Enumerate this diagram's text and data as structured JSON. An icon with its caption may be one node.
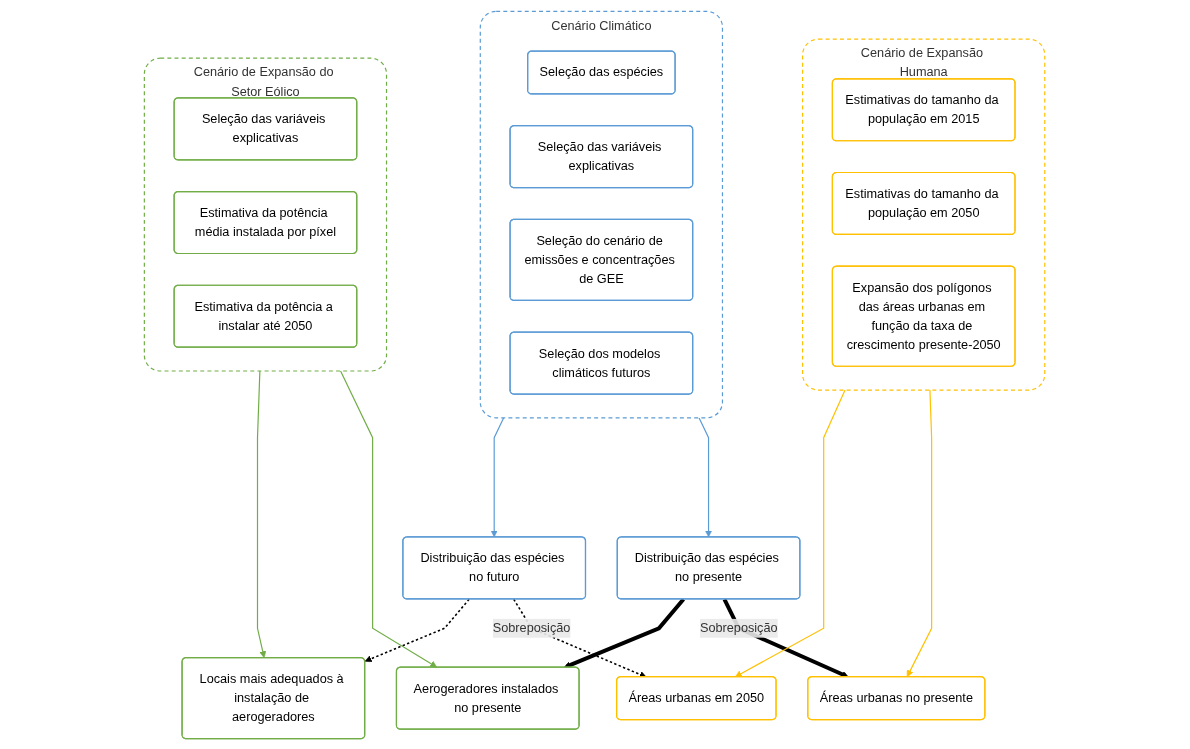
{
  "diagram": {
    "nodes": [
      {
        "text": [
          "Cenário Climático"
        ]
      },
      {
        "text": [
          "Seleção das espécies"
        ],
        "in": 0
      },
      {
        "text": [
          "Seleção das variáveis explicativas"
        ],
        "in": 0
      },
      {
        "text": [
          "Seleção do cenário de emissões e concentrações de GEE"
        ],
        "in": 0
      },
      {
        "text": [
          "Seleção dos modelos climáticos futuros"
        ],
        "in": 0
      },
      {
        "text": [
          "Cenário de Expansão Humana"
        ]
      },
      {
        "text": [
          "Estimativas do tamanho da população em 2015"
        ],
        "in": 5
      },
      {
        "text": [
          "Estimativas do tamanho da população em 2050"
        ],
        "in": 5
      },
      {
        "text": [
          "Expansão dos polígonos das áreas urbanas em função da taxa de crescimento presente-2050"
        ],
        "in": 5
      },
      {
        "text": [
          "Cenário de Expansão do Setor Eólico"
        ]
      },
      {
        "text": [
          "Seleção das variáveis explicativas"
        ],
        "in": 9
      },
      {
        "text": [
          "Estimativa da potência média instalada por píxel"
        ],
        "in": 9
      },
      {
        "text": [
          "Estimativa da potência a instalar até 2050"
        ],
        "in": 9
      },
      {
        "text": [
          "Áreas urbanas no presente"
        ]
      },
      {
        "text": [
          "Áreas urbanas em 2050"
        ]
      },
      {
        "text": [
          "Aerogeradores instalados no presente"
        ]
      },
      {
        "text": [
          "Locais mais adequados à instalação de aerogeradores"
        ]
      },
      {
        "text": [
          "Distribuição das espécies no presente"
        ]
      },
      {
        "text": [
          "Distribuição das espécies no futuro"
        ]
      }
    ],
    "edges": [
      {
        "from": 5,
        "to": 13,
        "arrow": "to",
        "color": "#ffc000"
      },
      {
        "from": 5,
        "to": 14,
        "arrow": "to",
        "color": "#ffc000"
      },
      {
        "from": 9,
        "to": 15,
        "arrow": "to",
        "color": "#70ad47"
      },
      {
        "from": 9,
        "to": 16,
        "arrow": "to",
        "color": "#70ad47"
      },
      {
        "from": 0,
        "to": 17,
        "arrow": "to",
        "color": "#5b9bd5"
      },
      {
        "from": 0,
        "to": 18,
        "arrow": "to",
        "color": "#5b9bd5"
      },
      {
        "from": 17,
        "to": 13,
        "arrow": "to",
        "label": "Sobreposição",
        "style": "thick",
        "color": "#000000"
      },
      {
        "from": 17,
        "to": 15,
        "arrow": "to",
        "style": "thick",
        "color": "#000000"
      },
      {
        "from": 18,
        "to": 14,
        "arrow": "to",
        "label": "Sobreposição",
        "style": "dashed",
        "color": "#000000"
      },
      {
        "from": 18,
        "to": 16,
        "arrow": "to",
        "style": "dashed",
        "color": "#000000"
      }
    ]
  }
}
